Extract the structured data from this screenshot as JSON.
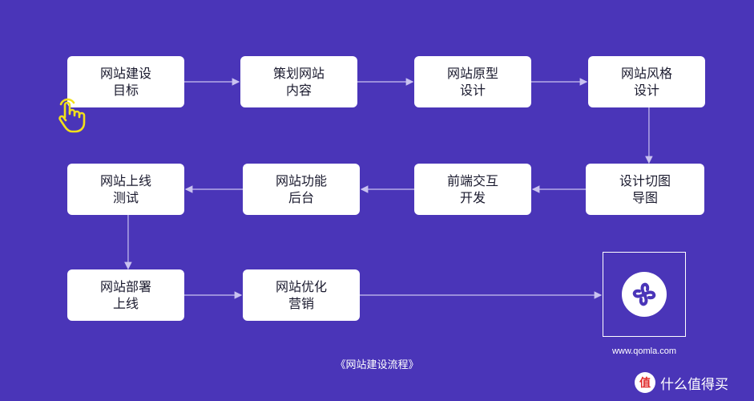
{
  "diagram": {
    "nodes": [
      {
        "id": "n1",
        "label": "网站建设\n目标"
      },
      {
        "id": "n2",
        "label": "策划网站\n内容"
      },
      {
        "id": "n3",
        "label": "网站原型\n设计"
      },
      {
        "id": "n4",
        "label": "网站风格\n设计"
      },
      {
        "id": "n5",
        "label": "设计切图\n导图"
      },
      {
        "id": "n6",
        "label": "前端交互\n开发"
      },
      {
        "id": "n7",
        "label": "网站功能\n后台"
      },
      {
        "id": "n8",
        "label": "网站上线\n测试"
      },
      {
        "id": "n9",
        "label": "网站部署\n上线"
      },
      {
        "id": "n10",
        "label": "网站优化\n营销"
      }
    ],
    "edges": [
      {
        "from": "n1",
        "to": "n2"
      },
      {
        "from": "n2",
        "to": "n3"
      },
      {
        "from": "n3",
        "to": "n4"
      },
      {
        "from": "n4",
        "to": "n5"
      },
      {
        "from": "n5",
        "to": "n6"
      },
      {
        "from": "n6",
        "to": "n7"
      },
      {
        "from": "n7",
        "to": "n8"
      },
      {
        "from": "n8",
        "to": "n9"
      },
      {
        "from": "n9",
        "to": "n10"
      },
      {
        "from": "n10",
        "to": "logo"
      }
    ]
  },
  "logo": {
    "url": "www.qomla.com"
  },
  "caption": "《网站建设流程》",
  "watermark": {
    "badge": "值",
    "text": "什么值得买"
  },
  "colors": {
    "background": "#4a35b8",
    "node_fill": "#ffffff",
    "connector": "#c9c2f0",
    "hand": "#f2e01a",
    "logo_mark": "#4a35b8",
    "watermark_badge": "#e02a2a"
  },
  "icons": {
    "pointer": "hand-pointer-icon",
    "logo": "qomla-logo-icon"
  }
}
